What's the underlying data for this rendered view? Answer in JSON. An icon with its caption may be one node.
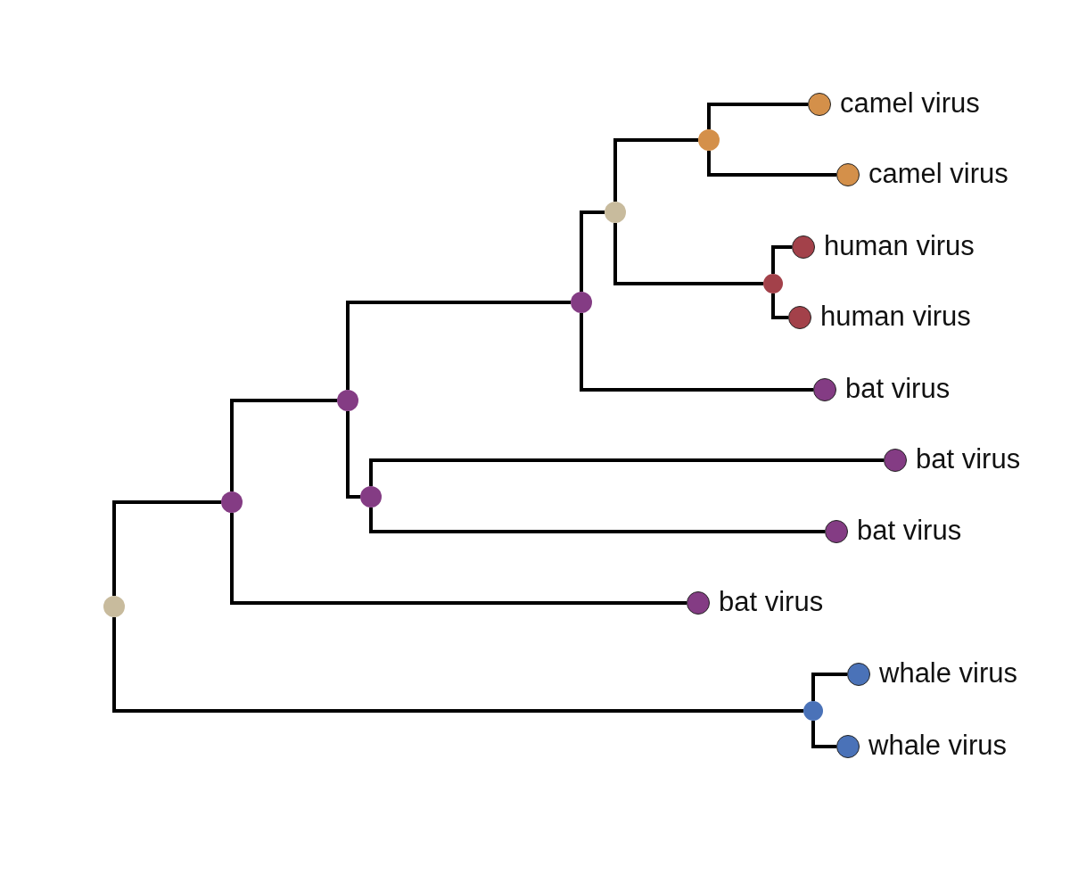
{
  "diagram": {
    "nodes": [
      {
        "text": [],
        "shape": "circle"
      },
      {
        "text": [],
        "shape": "circle"
      },
      {
        "text": [],
        "shape": "circle"
      },
      {
        "text": [],
        "shape": "circle"
      },
      {
        "text": [],
        "shape": "circle"
      },
      {
        "text": [],
        "shape": "circle"
      },
      {
        "text": [],
        "shape": "circle",
        "beside": [
          "camel virus"
        ]
      },
      {
        "text": [],
        "shape": "circle",
        "beside": [
          "camel virus"
        ]
      },
      {
        "text": [],
        "shape": "circle"
      },
      {
        "text": [],
        "shape": "circle",
        "beside": [
          "human virus"
        ]
      },
      {
        "text": [],
        "shape": "circle",
        "beside": [
          "human virus"
        ]
      },
      {
        "text": [],
        "shape": "circle",
        "beside": [
          "bat virus"
        ]
      },
      {
        "text": [],
        "shape": "circle"
      },
      {
        "text": [],
        "shape": "circle",
        "beside": [
          "bat virus"
        ]
      },
      {
        "text": [],
        "shape": "circle",
        "beside": [
          "bat virus"
        ]
      },
      {
        "text": [],
        "shape": "circle",
        "beside": [
          "bat virus"
        ]
      },
      {
        "text": [],
        "shape": "circle"
      },
      {
        "text": [],
        "shape": "circle",
        "beside": [
          "whale virus"
        ]
      },
      {
        "text": [],
        "shape": "circle",
        "beside": [
          "whale virus"
        ]
      }
    ],
    "edges": [
      {
        "from": 0,
        "to": 1,
        "arrow": "none"
      },
      {
        "from": 0,
        "to": 16,
        "arrow": "none"
      },
      {
        "from": 1,
        "to": 2,
        "arrow": "none"
      },
      {
        "from": 1,
        "to": 15,
        "arrow": "none"
      },
      {
        "from": 2,
        "to": 3,
        "arrow": "none"
      },
      {
        "from": 2,
        "to": 12,
        "arrow": "none"
      },
      {
        "from": 3,
        "to": 4,
        "arrow": "none"
      },
      {
        "from": 3,
        "to": 11,
        "arrow": "none"
      },
      {
        "from": 4,
        "to": 5,
        "arrow": "none"
      },
      {
        "from": 4,
        "to": 8,
        "arrow": "none"
      },
      {
        "from": 5,
        "to": 6,
        "arrow": "none"
      },
      {
        "from": 5,
        "to": 7,
        "arrow": "none"
      },
      {
        "from": 8,
        "to": 9,
        "arrow": "none"
      },
      {
        "from": 8,
        "to": 10,
        "arrow": "none"
      },
      {
        "from": 12,
        "to": 13,
        "arrow": "none"
      },
      {
        "from": 12,
        "to": 14,
        "arrow": "none"
      },
      {
        "from": 16,
        "to": 17,
        "arrow": "none"
      },
      {
        "from": 16,
        "to": 18,
        "arrow": "none"
      }
    ]
  }
}
